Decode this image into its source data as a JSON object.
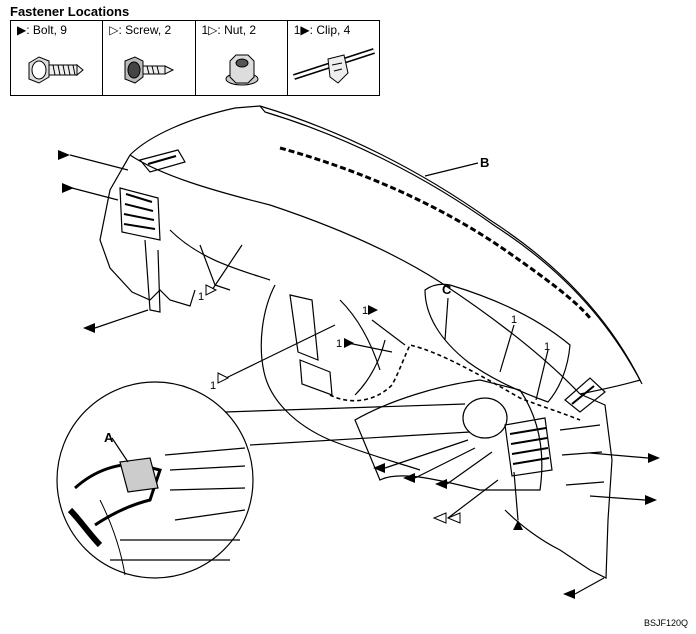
{
  "legend": {
    "title": "Fastener Locations",
    "items": [
      {
        "symbol": "▶",
        "label": ": Bolt, 9"
      },
      {
        "symbol": "▷",
        "label": ": Screw, 2"
      },
      {
        "symbol": "1▷",
        "label": ": Nut, 2"
      },
      {
        "symbol": "1▶",
        "label": ": Clip, 4"
      }
    ]
  },
  "callouts": {
    "a": "A",
    "b": "B",
    "c": "C",
    "num": "1"
  },
  "figure_code": "BSJF120Q"
}
